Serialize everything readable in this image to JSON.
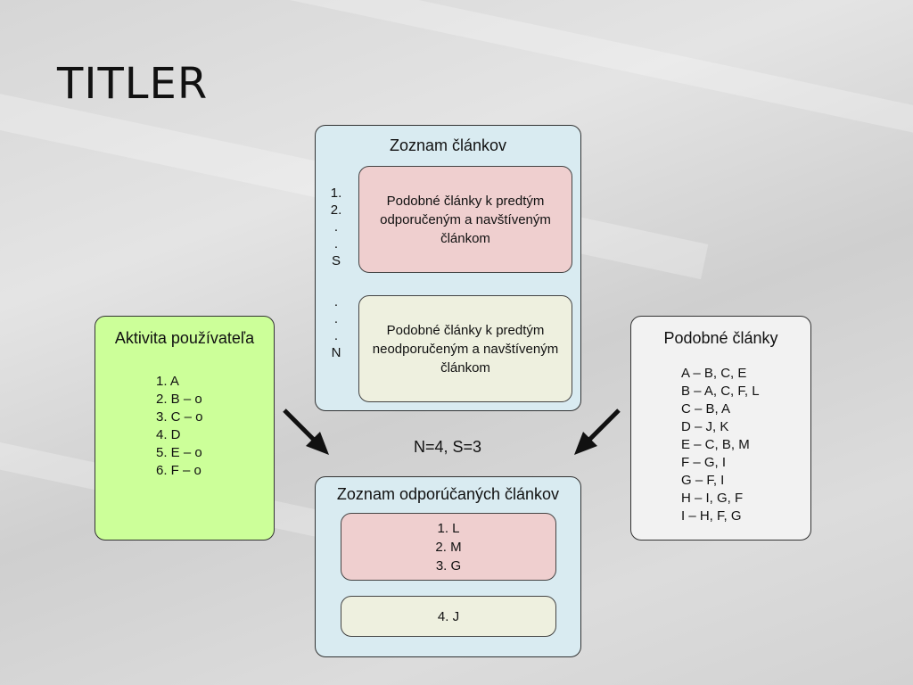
{
  "slide_title": "TITLER",
  "article_list": {
    "header": "Zoznam článkov",
    "index_top": [
      "1.",
      "2.",
      ".",
      ".",
      "S"
    ],
    "index_bottom": [
      ".",
      ".",
      ".",
      "N"
    ],
    "recommended_similar": "Podobné články k predtým odporučeným a navštíveným článkom",
    "unrecommended_similar": "Podobné články k predtým neodporučeným a navštíveným článkom"
  },
  "user_activity": {
    "header": "Aktivita používateľa",
    "items": [
      "1. A",
      "2. B – o",
      "3. C – o",
      "4. D",
      "5. E – o",
      "6. F – o"
    ]
  },
  "similar_articles": {
    "header": "Podobné články",
    "items": [
      "A – B, C, E",
      "B – A, C, F, L",
      "C – B, A",
      "D – J, K",
      "E – C, B, M",
      "F – G, I",
      "G – F, I",
      "H – I, G, F",
      "I – H, F, G"
    ]
  },
  "params_label": "N=4, S=3",
  "recommended_list": {
    "header": "Zoznam odporúčaných článkov",
    "top_items": [
      "1. L",
      "2. M",
      "3. G"
    ],
    "bottom_items": [
      "4. J"
    ]
  },
  "colors": {
    "blue_box": "#d9ebf1",
    "pink_box": "#efcfcf",
    "cream_box": "#eef0df",
    "green_box": "#ccff99",
    "gray_box": "#f2f2f2"
  }
}
